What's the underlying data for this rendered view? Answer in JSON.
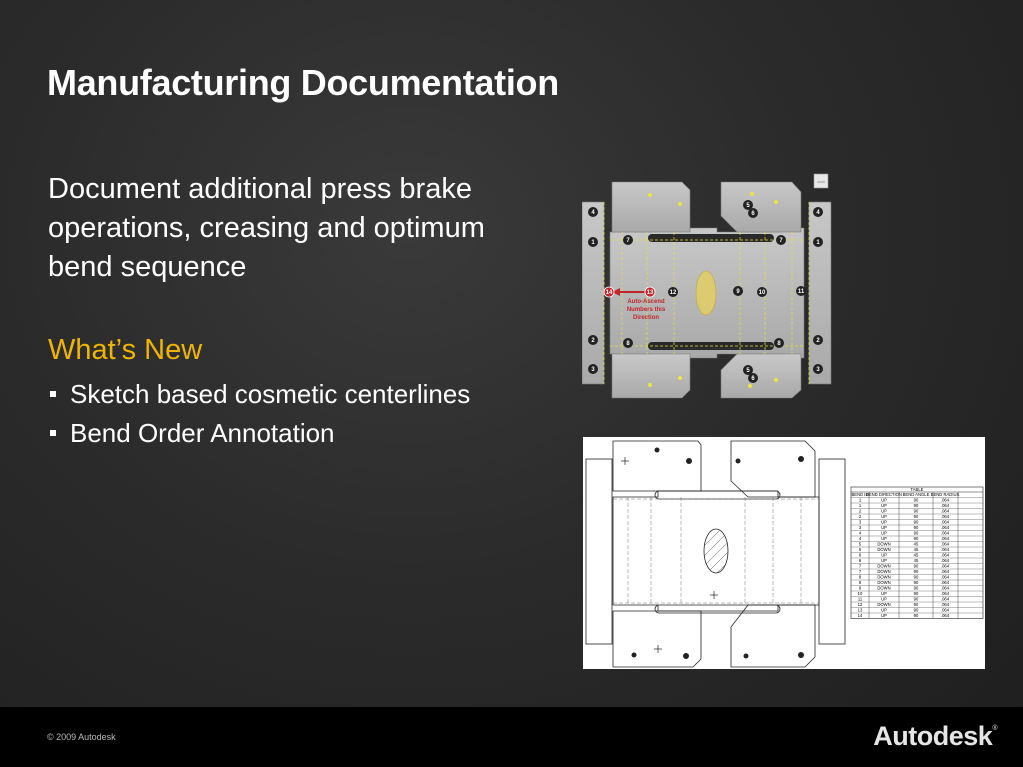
{
  "slide": {
    "title": "Manufacturing Documentation",
    "body": "Document additional press brake operations, creasing and optimum bend sequence",
    "whats_new": "What’s New",
    "bullets": [
      "Sketch based cosmetic centerlines",
      "Bend Order Annotation"
    ]
  },
  "figure_top": {
    "annotation": [
      "Auto-Ascend",
      "Numbers this",
      "Direction"
    ],
    "bend_numbers": [
      "1",
      "2",
      "3",
      "4",
      "5",
      "6",
      "7",
      "8",
      "9",
      "10",
      "11",
      "12",
      "13",
      "14"
    ]
  },
  "figure_bottom": {
    "table_title": "TABLE",
    "headers": [
      "BEND ID",
      "BEND DIRECTION",
      "BEND ANGLE",
      "BEND RADIUS"
    ],
    "rows": [
      [
        "1",
        "UP",
        "90",
        ".064"
      ],
      [
        "1",
        "UP",
        "90",
        ".064"
      ],
      [
        "2",
        "UP",
        "90",
        ".064"
      ],
      [
        "2",
        "UP",
        "90",
        ".064"
      ],
      [
        "3",
        "UP",
        "90",
        ".064"
      ],
      [
        "3",
        "UP",
        "90",
        ".064"
      ],
      [
        "4",
        "UP",
        "90",
        ".064"
      ],
      [
        "4",
        "UP",
        "90",
        ".064"
      ],
      [
        "5",
        "DOWN",
        "45",
        ".064"
      ],
      [
        "5",
        "DOWN",
        "45",
        ".064"
      ],
      [
        "6",
        "UP",
        "45",
        ".064"
      ],
      [
        "6",
        "UP",
        "45",
        ".064"
      ],
      [
        "7",
        "DOWN",
        "90",
        ".064"
      ],
      [
        "7",
        "DOWN",
        "90",
        ".064"
      ],
      [
        "8",
        "DOWN",
        "90",
        ".064"
      ],
      [
        "8",
        "DOWN",
        "90",
        ".064"
      ],
      [
        "9",
        "DOWN",
        "90",
        ".064"
      ],
      [
        "10",
        "UP",
        "90",
        ".064"
      ],
      [
        "11",
        "UP",
        "90",
        ".064"
      ],
      [
        "12",
        "DOWN",
        "90",
        ".064"
      ],
      [
        "13",
        "UP",
        "90",
        ".064"
      ],
      [
        "14",
        "UP",
        "90",
        ".064"
      ]
    ]
  },
  "footer": {
    "copyright": "© 2009 Autodesk",
    "logo": "Autodesk",
    "logo_mark": "®"
  },
  "colors": {
    "accent": "#f0b500",
    "arrow": "#c0262c",
    "centerline": "#e0e040"
  }
}
